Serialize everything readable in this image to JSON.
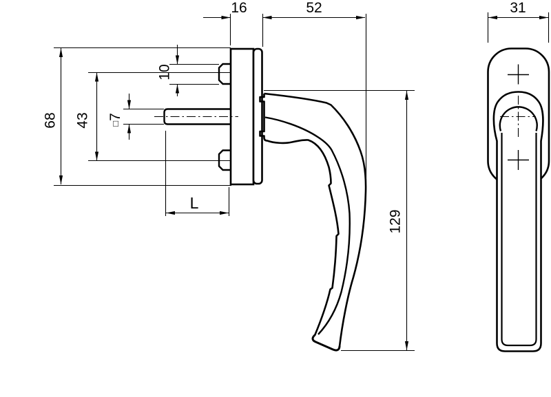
{
  "page": {
    "background": "#ffffff",
    "line_color": "#000000"
  },
  "drawing": {
    "type": "technical-drawing",
    "subject": "window handle with rosette, square spindle and grip — side view and front view",
    "dims": {
      "rosette_depth": "16",
      "handle_projection": "52",
      "front_width": "31",
      "rosette_height": "68",
      "hole_spacing": "43",
      "boss_height": "10",
      "square_symbol": "□",
      "square_size": "7",
      "spindle_length": "L",
      "handle_length": "129"
    }
  }
}
